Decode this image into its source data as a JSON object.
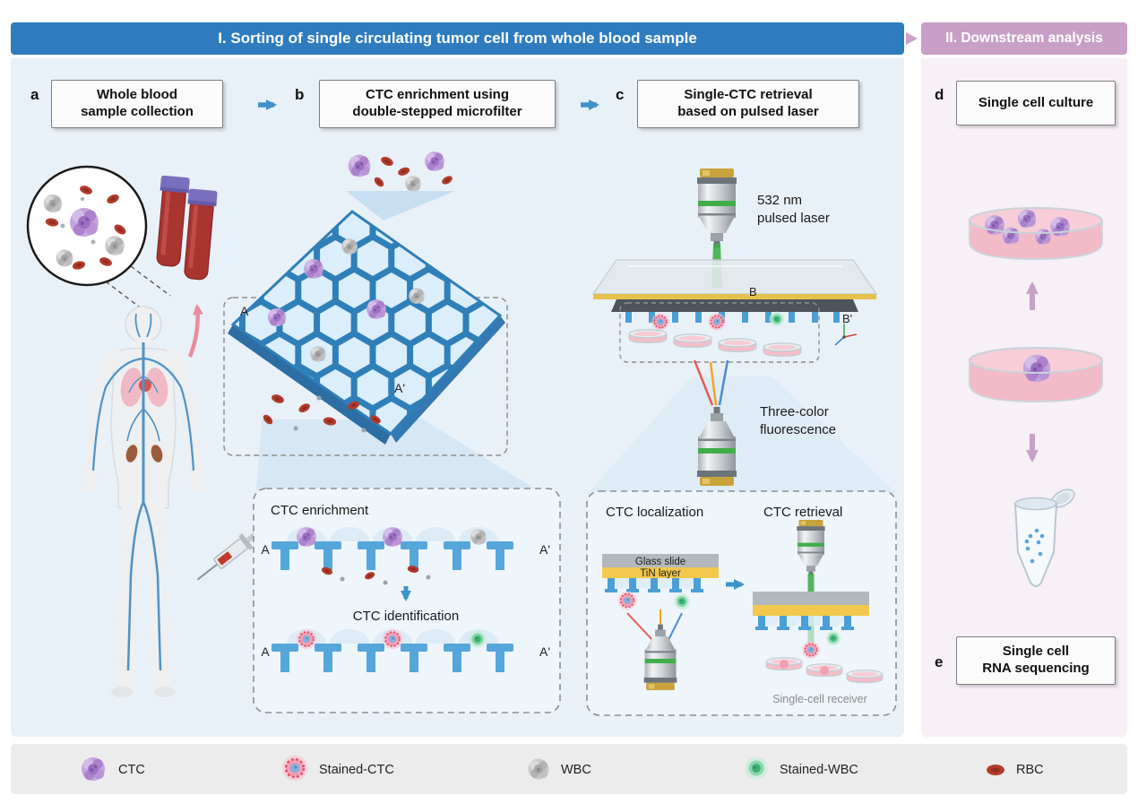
{
  "header": {
    "section1": "I. Sorting of single circulating tumor cell from whole blood sample",
    "section2": "II. Downstream analysis"
  },
  "panels": {
    "a": {
      "letter": "a",
      "title_line1": "Whole blood",
      "title_line2": "sample collection"
    },
    "b": {
      "letter": "b",
      "title_line1": "CTC enrichment using",
      "title_line2": "double-stepped microfilter"
    },
    "c": {
      "letter": "c",
      "title_line1": "Single-CTC retrieval",
      "title_line2": "based on pulsed laser"
    },
    "d": {
      "letter": "d",
      "title_line1": "Single cell culture",
      "title_line2": ""
    },
    "e": {
      "letter": "e",
      "title_line1": "Single cell",
      "title_line2": "RNA sequencing"
    }
  },
  "annotations": {
    "laser_line1": "532 nm",
    "laser_line2": "pulsed laser",
    "fluor_line1": "Three-color",
    "fluor_line2": "fluorescence",
    "b_label": "B",
    "b_prime": "B'",
    "inset_b": {
      "step1": "CTC enrichment",
      "step2": "CTC identification",
      "a_label": "A",
      "a_prime": "A'"
    },
    "inset_c": {
      "left_title": "CTC localization",
      "right_title": "CTC retrieval",
      "glass": "Glass slide",
      "tin": "TiN layer",
      "receiver": "Single-cell receiver"
    }
  },
  "legend": {
    "items": [
      {
        "label": "CTC"
      },
      {
        "label": "Stained-CTC"
      },
      {
        "label": "WBC"
      },
      {
        "label": "Stained-WBC"
      },
      {
        "label": "RBC"
      }
    ]
  },
  "colors": {
    "section1_header": "#2e7cbe",
    "section2_header": "#c79fc7",
    "section1_bg": "#e9f1f8",
    "section2_bg": "#f8f0f7",
    "legend_bg": "#ececec",
    "filter_blue": "#4a9fd6",
    "laser_green": "#3fae49",
    "tin_yellow": "#f2c94c",
    "glass_gray": "#b3b8bc",
    "ctc_purple": "#a87dc9",
    "wbc_gray": "#b5b5b5",
    "rbc_red": "#b23b2c",
    "stained_ctc_pink": "#f2a0b2",
    "stained_wbc_green": "#86d8ab"
  }
}
